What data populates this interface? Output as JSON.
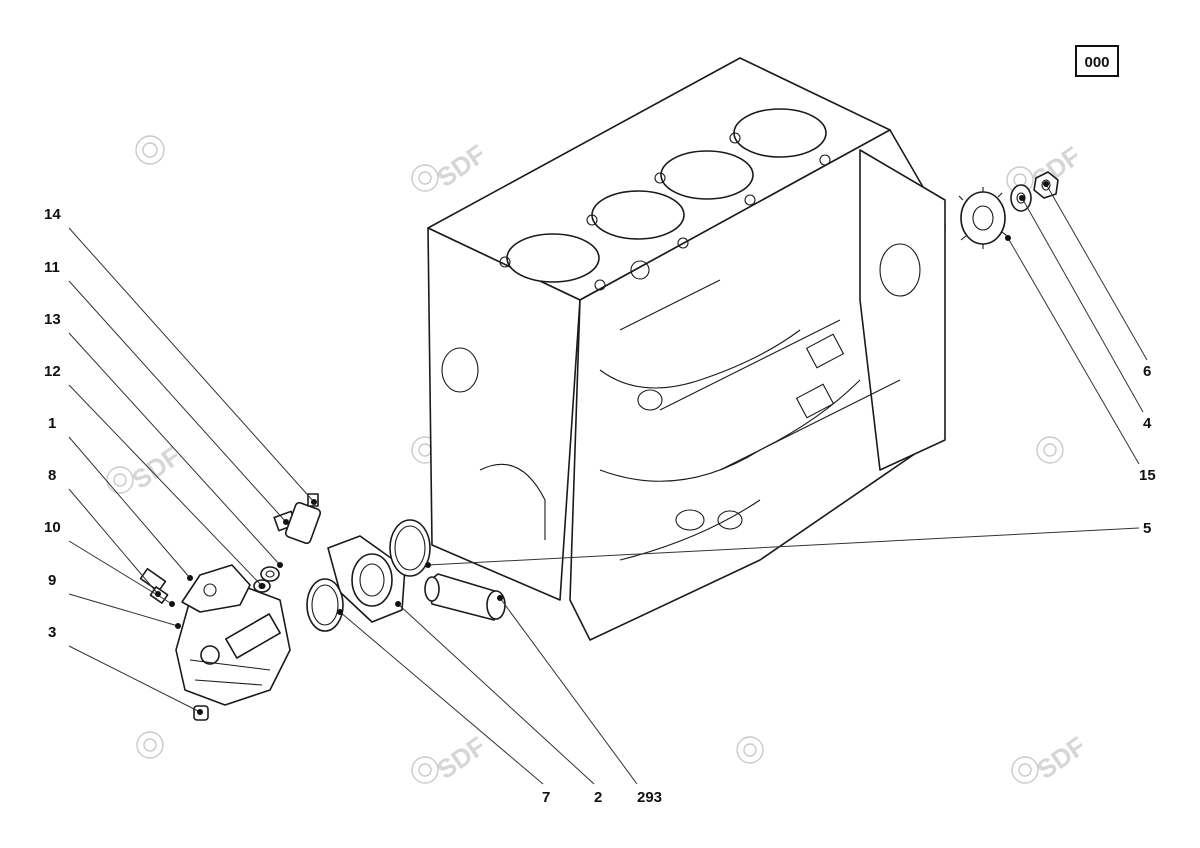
{
  "reference_code": "000",
  "watermark_text": "SDF",
  "callouts": [
    {
      "id": "14",
      "label": "14"
    },
    {
      "id": "11",
      "label": "11"
    },
    {
      "id": "13",
      "label": "13"
    },
    {
      "id": "12",
      "label": "12"
    },
    {
      "id": "1",
      "label": "1"
    },
    {
      "id": "8",
      "label": "8"
    },
    {
      "id": "10",
      "label": "10"
    },
    {
      "id": "9",
      "label": "9"
    },
    {
      "id": "3",
      "label": "3"
    },
    {
      "id": "6",
      "label": "6"
    },
    {
      "id": "4",
      "label": "4"
    },
    {
      "id": "15",
      "label": "15"
    },
    {
      "id": "5",
      "label": "5"
    },
    {
      "id": "7",
      "label": "7"
    },
    {
      "id": "2",
      "label": "2"
    },
    {
      "id": "293",
      "label": "293"
    }
  ],
  "parts": [
    {
      "name": "engine-block"
    },
    {
      "name": "high-pressure-pump"
    },
    {
      "name": "drive-gear"
    },
    {
      "name": "washer"
    },
    {
      "name": "nut"
    },
    {
      "name": "pump-flange"
    },
    {
      "name": "o-ring"
    },
    {
      "name": "plug"
    }
  ]
}
